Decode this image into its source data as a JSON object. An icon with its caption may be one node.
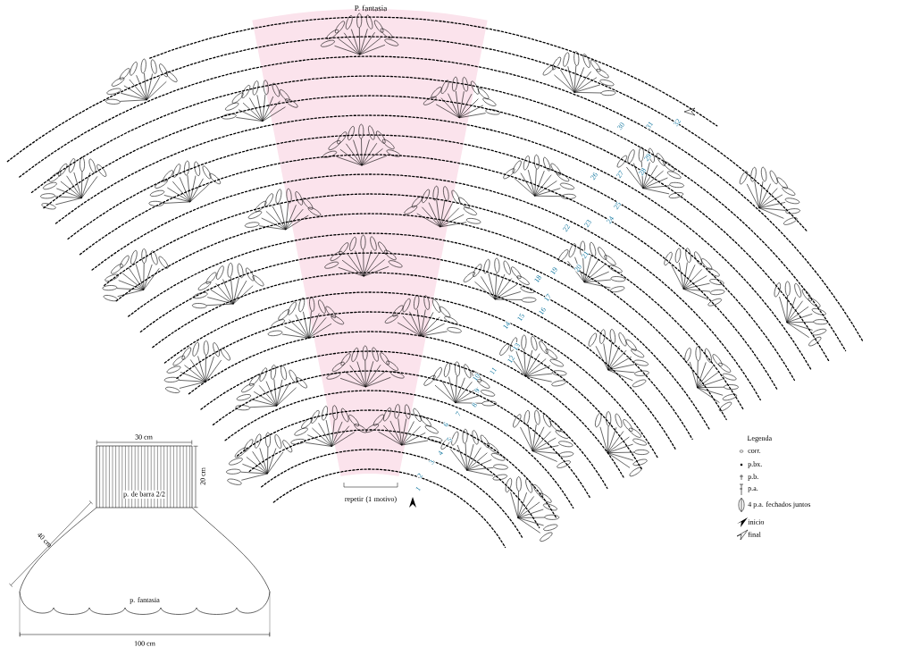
{
  "diagram": {
    "title": "P. fantasia",
    "nodes": [
      {
        "text": [
          "p. de barra 2/2"
        ]
      },
      {
        "text": [
          "p. fantasia"
        ]
      }
    ],
    "edges": [],
    "labels": [
      "1",
      "2",
      "3",
      "4",
      "5",
      "6",
      "7",
      "8",
      "9",
      "10",
      "11",
      "12",
      "13",
      "14",
      "15",
      "16",
      "17",
      "18",
      "19",
      "20",
      "21",
      "22",
      "23",
      "24",
      "25",
      "26",
      "27",
      "28",
      "29",
      "30",
      "31",
      "32",
      "30 cm",
      "Legenda",
      "20 cm",
      "repetir (1 motivo)",
      "40 cm",
      "100 cm"
    ],
    "legend": [
      {
        "text": "corr."
      },
      {
        "text": "p.bx."
      },
      {
        "text": "p.b."
      },
      {
        "text": "p.a."
      },
      {
        "text": "4 p.a. fechados juntos"
      },
      {
        "text": "início"
      },
      {
        "text": "final"
      }
    ]
  }
}
